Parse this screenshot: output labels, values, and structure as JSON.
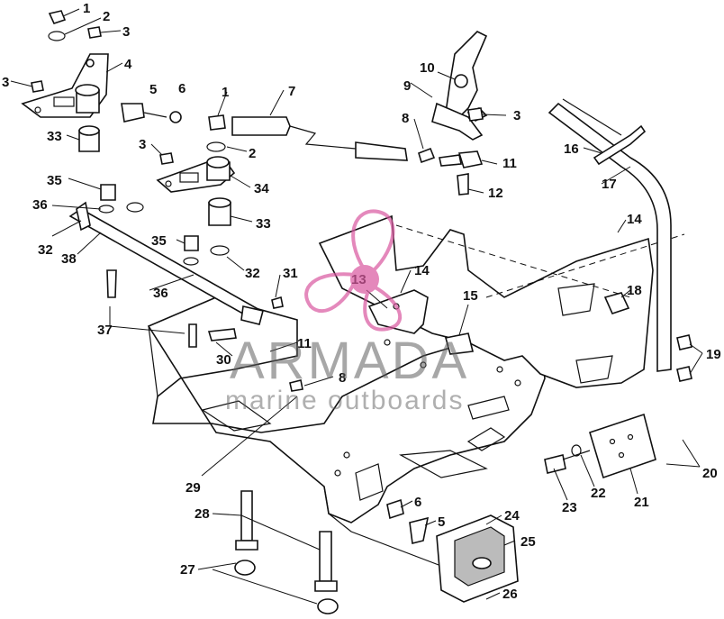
{
  "watermark": {
    "brand": "ARMADA",
    "subtitle": "marine outboards",
    "logo": "propeller-logo",
    "color": "#d9579f"
  },
  "callouts": [
    "1",
    "2",
    "3",
    "3",
    "4",
    "5",
    "6",
    "1",
    "7",
    "2",
    "3",
    "33",
    "35",
    "36",
    "32",
    "38",
    "34",
    "33",
    "35",
    "32",
    "36",
    "37",
    "31",
    "30",
    "11",
    "8",
    "29",
    "28",
    "27",
    "10",
    "9",
    "8",
    "3",
    "11",
    "12",
    "16",
    "17",
    "14",
    "14",
    "13",
    "15",
    "18",
    "19",
    "20",
    "21",
    "22",
    "23",
    "24",
    "25",
    "26",
    "6",
    "5"
  ]
}
